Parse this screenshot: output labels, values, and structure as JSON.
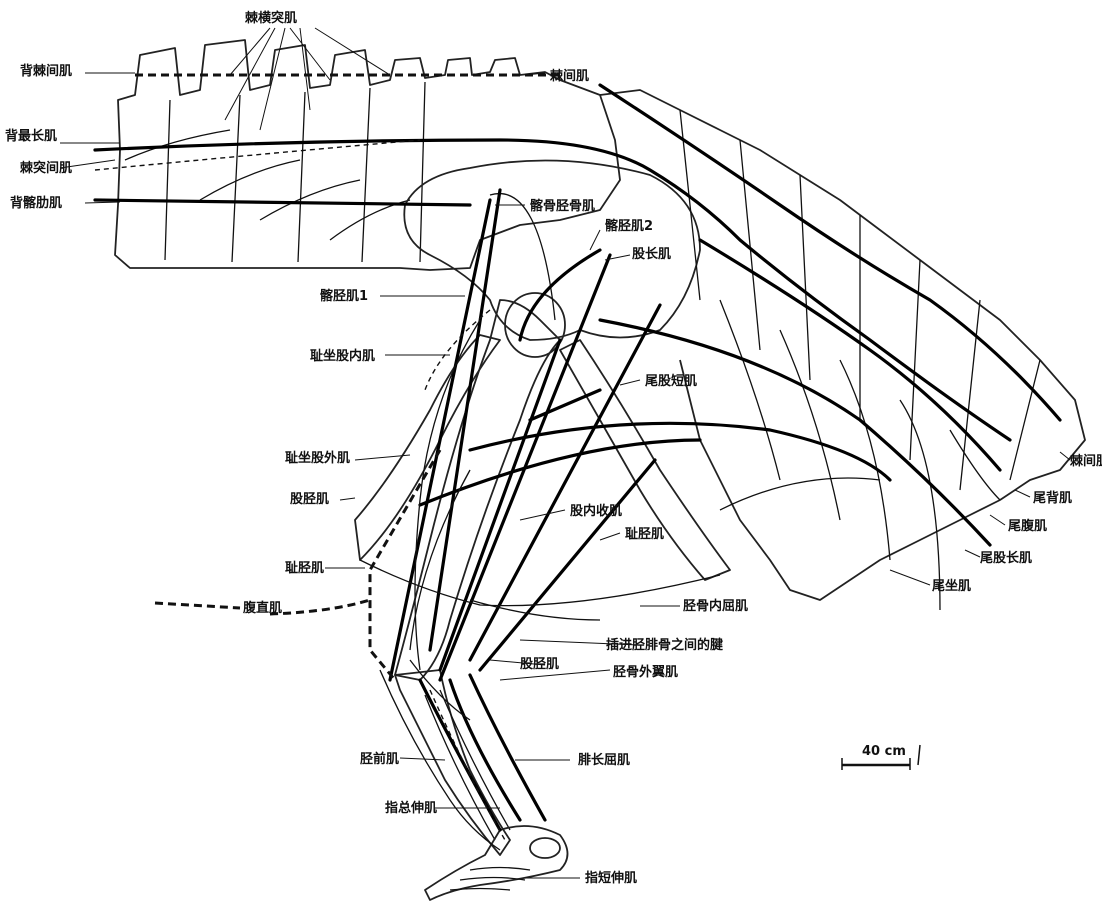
{
  "labels": {
    "top": "棘横突肌",
    "dorsal_spinous": "背棘间肌",
    "dorsal_long": "背最长肌",
    "spinous_transverse": "棘突间肌",
    "iliocostal": "背髂肋肌",
    "interspinous": "棘间肌",
    "iliotibialis_rear": "髂骨胫骨肌",
    "iliotibialis2": "髂胫肌2",
    "femoralis": "股长肌",
    "iliotibialis1": "髂胫肌1",
    "pubo_int": "耻坐股内肌",
    "caudofemoralis_brevis": "尾股短肌",
    "pubo_ext": "耻坐股外肌",
    "femorotibialis": "股胫肌",
    "adductor": "股内收肌",
    "ambiens": "耻胫肌",
    "rectus_abd": "腹直肌",
    "iliofibular_int": "胫骨内屈肌",
    "ligament": "插进胫腓骨之间的腱",
    "tibialis_ext": "胫骨外翼肌",
    "femorotibialis2": "股胫肌",
    "gastrocnemius": "腓长屈肌",
    "tibialis_ant": "胫前肌",
    "digitorum_ext": "指总伸肌",
    "digitorum_flex": "指短伸肌",
    "caudal_interspinous": "棘间肌",
    "caudal_dorsal": "尾背肌",
    "caudal_ventral": "尾腹肌",
    "caudofemoralis_longus": "尾股长肌",
    "tail_ventral": "尾坐肌",
    "scale": "40 cm"
  }
}
